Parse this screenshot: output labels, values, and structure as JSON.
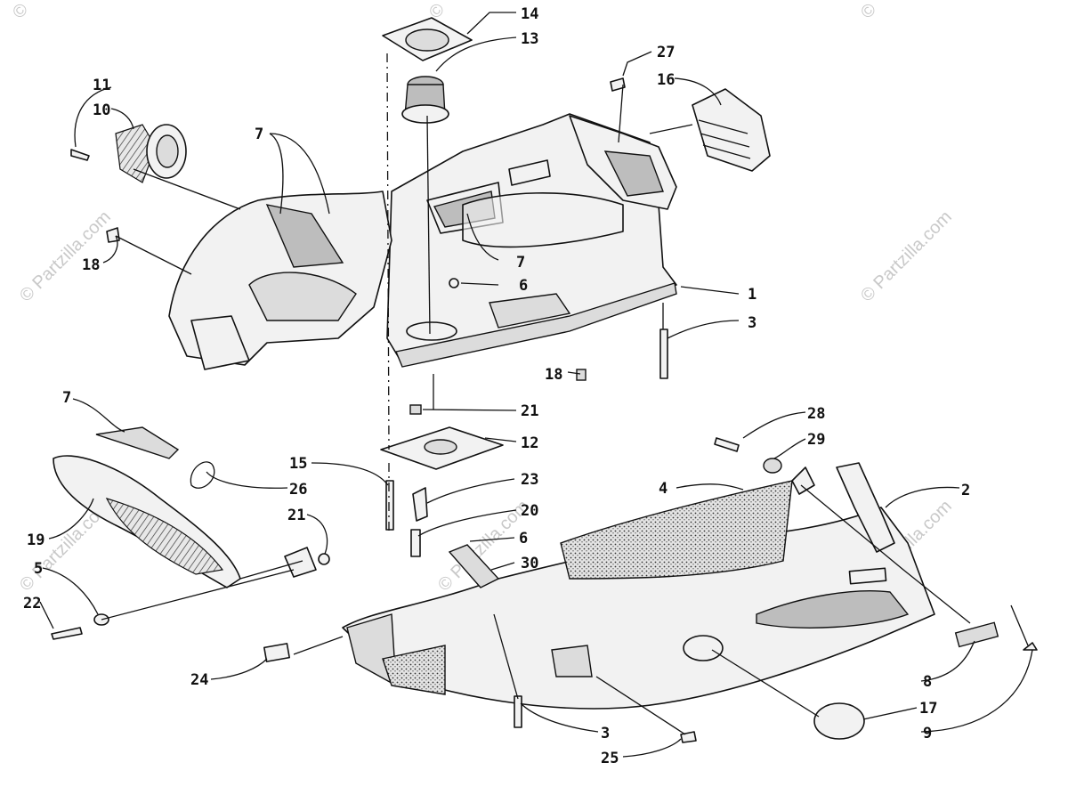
{
  "watermark": {
    "text": "© Partzilla.com",
    "short_text": "©"
  },
  "callouts": {
    "c1": "1",
    "c2": "2",
    "c3a": "3",
    "c3b": "3",
    "c4": "4",
    "c5": "5",
    "c6a": "6",
    "c6b": "6",
    "c7a": "7",
    "c7b": "7",
    "c7c": "7",
    "c8": "8",
    "c9": "9",
    "c10": "10",
    "c11": "11",
    "c12": "12",
    "c13": "13",
    "c14": "14",
    "c15": "15",
    "c16": "16",
    "c17": "17",
    "c18a": "18",
    "c18b": "18",
    "c19": "19",
    "c20": "20",
    "c21a": "21",
    "c21b": "21",
    "c22": "22",
    "c23": "23",
    "c24": "24",
    "c25": "25",
    "c26": "26",
    "c27": "27",
    "c28": "28",
    "c29": "29",
    "c30": "30"
  },
  "colors": {
    "ink": "#111111",
    "watermark": "#c9c9c9",
    "fill": "#f2f2f2"
  }
}
